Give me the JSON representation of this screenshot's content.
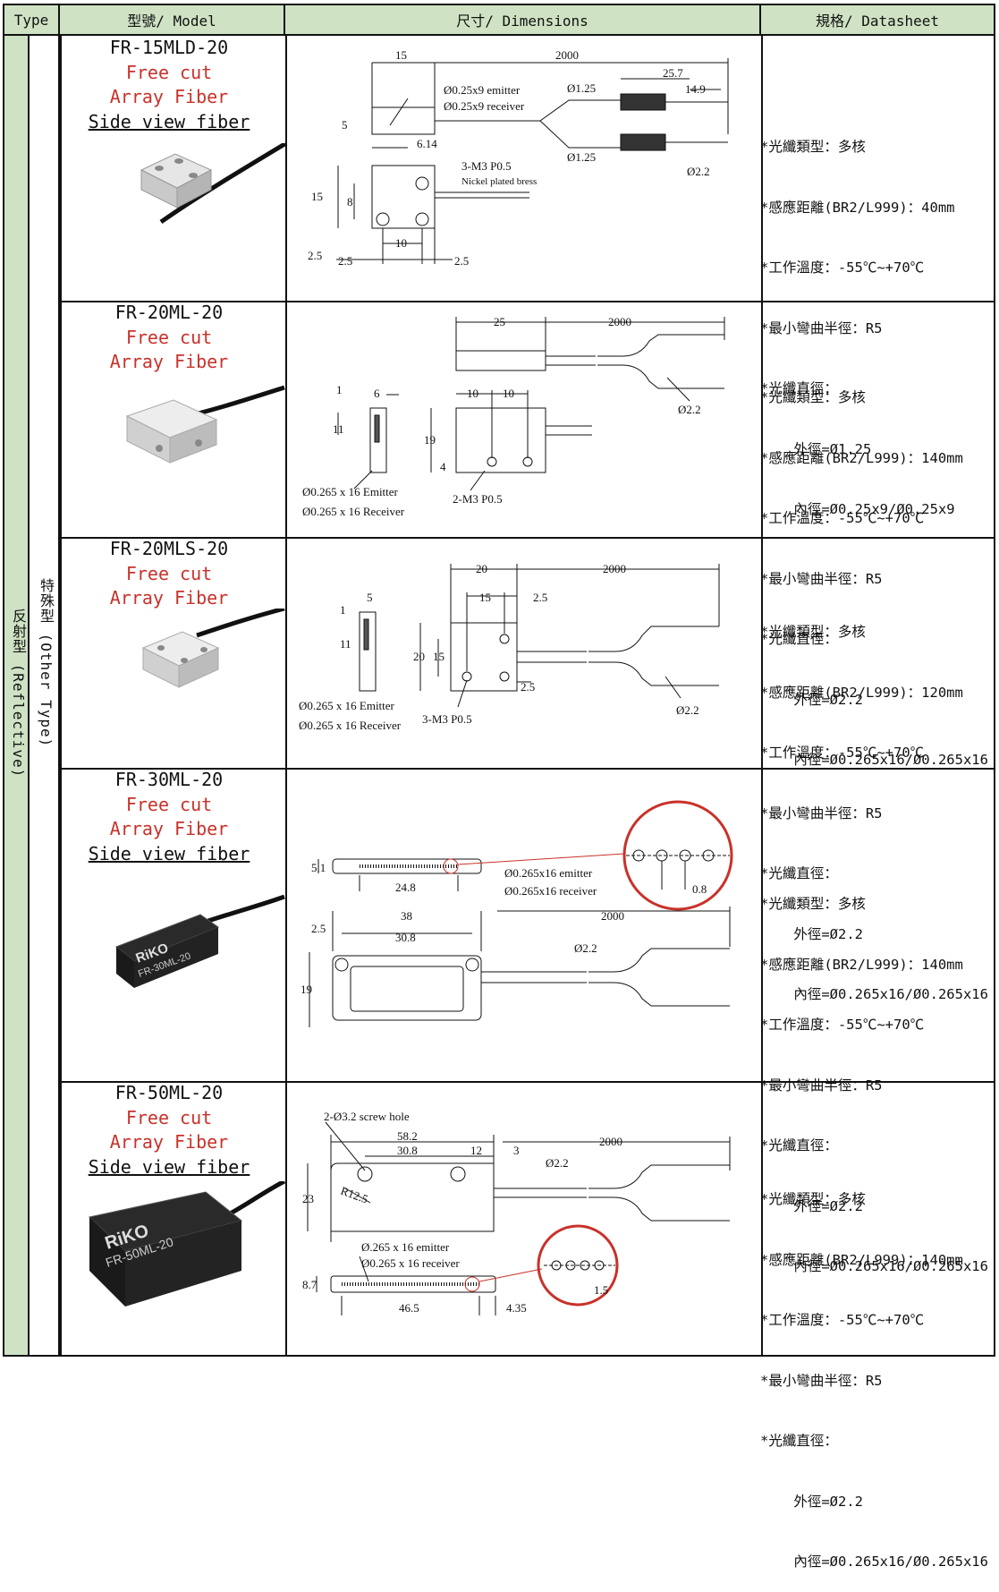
{
  "header": {
    "type": "Type",
    "model": "型號/ Model",
    "dimensions": "尺寸/ Dimensions",
    "datasheet": "規格/ Datasheet"
  },
  "type_col": {
    "main": "反射型 (Reflective)",
    "sub": "特殊型 (Other Type)"
  },
  "rows": [
    {
      "model": "FR-15MLD-20",
      "lines_red": [
        "Free cut",
        "Array Fiber"
      ],
      "underline": "Side view fiber",
      "spec": [
        "*光纖類型：多核",
        "*感應距離(BR2/L999)：40mm",
        "*工作溫度：-55℃~+70℃",
        "*最小彎曲半徑：R5",
        "*光纖直徑：",
        "    外徑=Ø1.25",
        "    內徑=Ø0.25x9/Ø0.25x9"
      ],
      "labels": {
        "d15": "15",
        "d2000": "2000",
        "d257": "25.7",
        "d149": "14.9",
        "emitter": "Ø0.25x9 emitter",
        "receiver": "Ø0.25x9 receiver",
        "dia125a": "Ø1.25",
        "dia125b": "Ø1.25",
        "d5": "5",
        "d614": "6.14",
        "m3": "3-M3 P0.5",
        "nickel": "Nickel plated bress",
        "h15": "15",
        "h8": "8",
        "d22": "Ø2.2",
        "d10": "10",
        "d25a": "2.5",
        "d25b": "2.5",
        "d25c": "2.5"
      }
    },
    {
      "model": "FR-20ML-20",
      "lines_red": [
        "Free cut",
        "Array Fiber"
      ],
      "underline": "",
      "spec": [
        "*光纖類型：多核",
        "*感應距離(BR2/L999)：140mm",
        "*工作溫度：-55℃~+70℃",
        "*最小彎曲半徑：R5",
        "*光纖直徑：",
        "    外徑=Ø2.2",
        "    內徑=Ø0.265x16/Ø0.265x16"
      ],
      "labels": {
        "d25": "25",
        "d2000": "2000",
        "d1": "1",
        "d6": "6",
        "d11": "11",
        "d10a": "10",
        "d10b": "10",
        "d19": "19",
        "d4": "4",
        "d22": "Ø2.2",
        "emitter": "Ø0.265 x 16 Emitter",
        "receiver": "Ø0.265 x 16 Receiver",
        "m3": "2-M3 P0.5"
      }
    },
    {
      "model": "FR-20MLS-20",
      "lines_red": [
        "Free cut",
        "Array Fiber"
      ],
      "underline": "",
      "spec": [
        "*光纖類型：多核",
        "*感應距離(BR2/L999)：120mm",
        "*工作溫度：-55℃~+70℃",
        "*最小彎曲半徑：R5",
        "*光纖直徑：",
        "    外徑=Ø2.2",
        "    內徑=Ø0.265x16/Ø0.265x16"
      ],
      "labels": {
        "d20": "20",
        "d2000": "2000",
        "d5": "5",
        "d1": "1",
        "d11": "11",
        "d15": "15",
        "d25": "2.5",
        "d20v": "20",
        "d15v": "15",
        "d25b": "2.5",
        "d22": "Ø2.2",
        "emitter": "Ø0.265 x 16 Emitter",
        "receiver": "Ø0.265 x 16 Receiver",
        "m3": "3-M3 P0.5"
      }
    },
    {
      "model": "FR-30ML-20",
      "lines_red": [
        "Free cut",
        "Array Fiber"
      ],
      "underline": "Side view fiber",
      "spec": [
        "*光纖類型：多核",
        "*感應距離(BR2/L999)：140mm",
        "*工作溫度：-55℃~+70℃",
        "*最小彎曲半徑：R5",
        "*光纖直徑：",
        "    外徑=Ø2.2",
        "    內徑=Ø0.265x16/Ø0.265x16"
      ],
      "labels": {
        "d51": "5.1",
        "d248": "24.8",
        "emitter": "Ø0.265x16 emitter",
        "receiver": "Ø0.265x16 receiver",
        "d08": "0.8",
        "d38": "38",
        "d2000": "2000",
        "d25": "2.5",
        "d308": "30.8",
        "d22": "Ø2.2",
        "d19": "19"
      },
      "photo_brand": "RiKO",
      "photo_model": "FR-30ML-20"
    },
    {
      "model": "FR-50ML-20",
      "lines_red": [
        "Free cut",
        "Array Fiber"
      ],
      "underline": "Side view fiber",
      "spec": [
        "*光纖類型：多核",
        "*感應距離(BR2/L999)：140mm",
        "*工作溫度：-55℃~+70℃",
        "*最小彎曲半徑：R5",
        "*光纖直徑：",
        "    外徑=Ø2.2",
        "    內徑=Ø0.265x16/Ø0.265x16"
      ],
      "labels": {
        "screw": "2-Ø3.2 screw hole",
        "d582": "58.2",
        "d2000": "2000",
        "d308": "30.8",
        "d12": "12",
        "d3": "3",
        "d22": "Ø2.2",
        "d23": "23",
        "r125": "R12.5",
        "emitter": "Ø.265 x 16 emitter",
        "receiver": "Ø0.265 x 16 receiver",
        "d87": "8.7",
        "d465": "46.5",
        "d435": "4.35",
        "d15": "1.5"
      },
      "photo_brand": "RiKO",
      "photo_model": "FR-50ML-20"
    }
  ]
}
